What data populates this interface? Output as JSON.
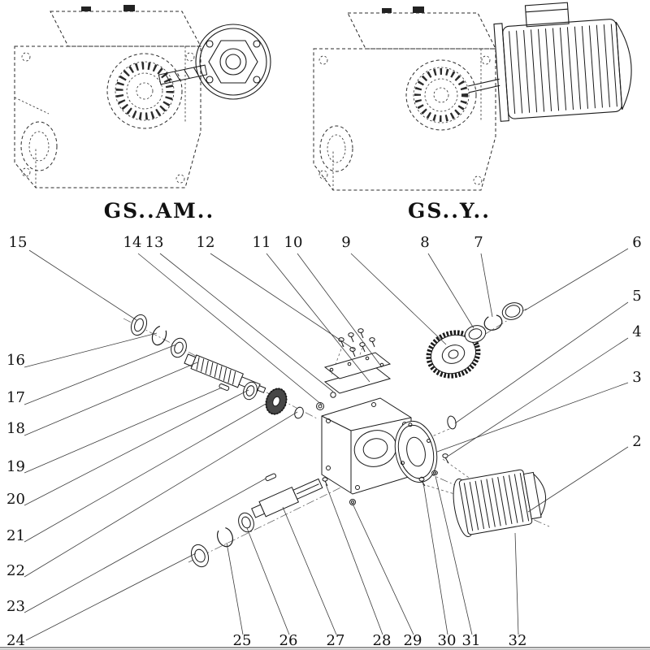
{
  "diagram": {
    "variants": [
      {
        "id": "gs-am",
        "label": "GS..AM.."
      },
      {
        "id": "gs-y",
        "label": "GS..Y.."
      }
    ],
    "callouts": [
      {
        "number": "15"
      },
      {
        "number": "14"
      },
      {
        "number": "13"
      },
      {
        "number": "12"
      },
      {
        "number": "11"
      },
      {
        "number": "10"
      },
      {
        "number": "9"
      },
      {
        "number": "8"
      },
      {
        "number": "7"
      },
      {
        "number": "6"
      },
      {
        "number": "5"
      },
      {
        "number": "4"
      },
      {
        "number": "3"
      },
      {
        "number": "2"
      },
      {
        "number": "16"
      },
      {
        "number": "17"
      },
      {
        "number": "18"
      },
      {
        "number": "19"
      },
      {
        "number": "20"
      },
      {
        "number": "21"
      },
      {
        "number": "22"
      },
      {
        "number": "23"
      },
      {
        "number": "24"
      },
      {
        "number": "25"
      },
      {
        "number": "26"
      },
      {
        "number": "27"
      },
      {
        "number": "28"
      },
      {
        "number": "29"
      },
      {
        "number": "30"
      },
      {
        "number": "31"
      },
      {
        "number": "32"
      }
    ]
  }
}
